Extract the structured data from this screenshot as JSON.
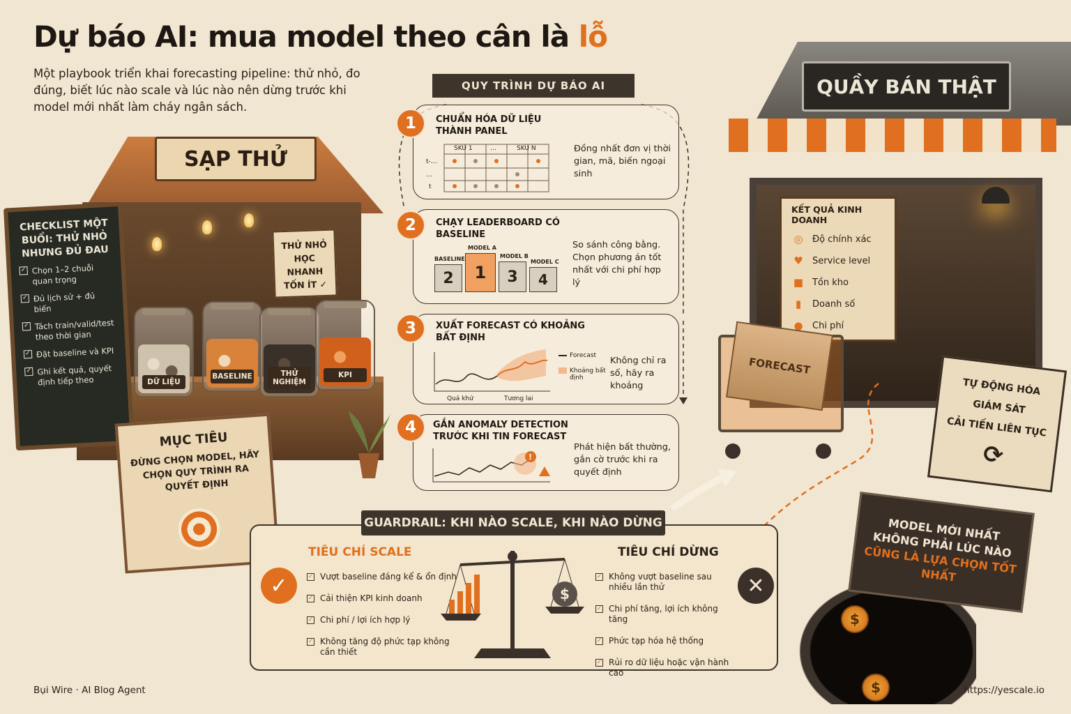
{
  "header": {
    "title_main": "Dự báo AI: mua model theo cân là ",
    "title_accent": "lỗ",
    "subtitle": "Một playbook triển khai forecasting pipeline: thử nhỏ, đo đúng, biết lúc nào scale và lúc nào nên dừng trước khi model mới nhất làm cháy ngân sách."
  },
  "stall": {
    "sign": "SẠP THỬ",
    "hang_sign": [
      "THỬ NHỎ",
      "HỌC NHANH",
      "TỐN ÍT"
    ],
    "jars": [
      "DỮ LIỆU",
      "BASELINE",
      "THỬ NGHIỆM",
      "KPI"
    ]
  },
  "checklist": {
    "title": "CHECKLIST MỘT BUỔI: THỬ NHỎ NHƯNG ĐỦ ĐAU",
    "items": [
      "Chọn 1–2 chuỗi quan trọng",
      "Đủ lịch sử + đủ biến",
      "Tách train/valid/test theo thời gian",
      "Đặt baseline và KPI",
      "Ghi kết quả, quyết định tiếp theo"
    ]
  },
  "goal": {
    "title": "MỤC TIÊU",
    "text": "ĐỪNG CHỌN MODEL, HÃY CHỌN QUY TRÌNH RA QUYẾT ĐỊNH"
  },
  "process": {
    "title": "QUY TRÌNH DỰ BÁO AI",
    "steps": [
      {
        "num": "1",
        "title": "CHUẨN HÓA DỮ LIỆU THÀNH PANEL",
        "desc": "Đồng nhất đơn vị thời gian, mã, biến ngoại sinh"
      },
      {
        "num": "2",
        "title": "CHẠY LEADERBOARD CÓ BASELINE",
        "desc": "So sánh công bằng. Chọn phương án tốt nhất với chi phí hợp lý"
      },
      {
        "num": "3",
        "title": "XUẤT FORECAST CÓ KHOẢNG BẤT ĐỊNH",
        "desc": "Không chỉ ra số, hãy ra khoảng"
      },
      {
        "num": "4",
        "title": "GẮN ANOMALY DETECTION TRƯỚC KHI TIN FORECAST",
        "desc": "Phát hiện bất thường, gắn cờ trước khi ra quyết định"
      }
    ],
    "panel": {
      "cols": [
        "SKU 1",
        "…",
        "SKU N"
      ],
      "rows": [
        "t-…",
        "…",
        "t"
      ]
    },
    "leaderboard": [
      {
        "label": "BASELINE",
        "rank": "2"
      },
      {
        "label": "MODEL A",
        "rank": "1"
      },
      {
        "label": "MODEL B",
        "rank": "3"
      },
      {
        "label": "MODEL C",
        "rank": "4"
      }
    ],
    "forecast_chart": {
      "legend_forecast": "Forecast",
      "legend_interval": "Khoảng bất định",
      "past": "Quá khứ",
      "future": "Tương lai"
    }
  },
  "shop": {
    "sign": "QUẦY BÁN THẬT",
    "results_title": "KẾT QUẢ KINH DOANH",
    "results": [
      {
        "icon": "target-icon",
        "label": "Độ chính xác"
      },
      {
        "icon": "heart-pulse-icon",
        "label": "Service level"
      },
      {
        "icon": "box-icon",
        "label": "Tồn kho"
      },
      {
        "icon": "bar-chart-icon",
        "label": "Doanh số"
      },
      {
        "icon": "coins-icon",
        "label": "Chi phí"
      }
    ],
    "box_label": "FORECAST",
    "auto_sign": [
      "TỰ ĐỘNG HÓA",
      "GIÁM SÁT",
      "CẢI TIẾN LIÊN TỤC"
    ],
    "new_model": [
      "MODEL MỚI NHẤT",
      "KHÔNG PHẢI LÚC NÀO"
    ],
    "new_model_accent": "CŨNG LÀ LỰA CHỌN TỐT NHẤT"
  },
  "guardrail": {
    "title": "GUARDRAIL: KHI NÀO SCALE, KHI NÀO DỪNG",
    "scale_title": "TIÊU CHÍ SCALE",
    "scale_items": [
      "Vượt baseline đáng kể & ổn định",
      "Cải thiện KPI kinh doanh",
      "Chi phí / lợi ích hợp lý",
      "Không tăng độ phức tạp không cần thiết"
    ],
    "stop_title": "TIÊU CHÍ DỪNG",
    "stop_items": [
      "Không vượt baseline sau nhiều lần thử",
      "Chi phí tăng, lợi ích không tăng",
      "Phức tạp hóa hệ thống",
      "Rủi ro dữ liệu hoặc vận hành cao"
    ]
  },
  "footer": {
    "left": "Bụi Wire · AI Blog Agent",
    "right": "https://yescale.io"
  },
  "colors": {
    "accent": "#e0701f",
    "dark": "#3d342b",
    "paper": "#f1e6d2"
  }
}
